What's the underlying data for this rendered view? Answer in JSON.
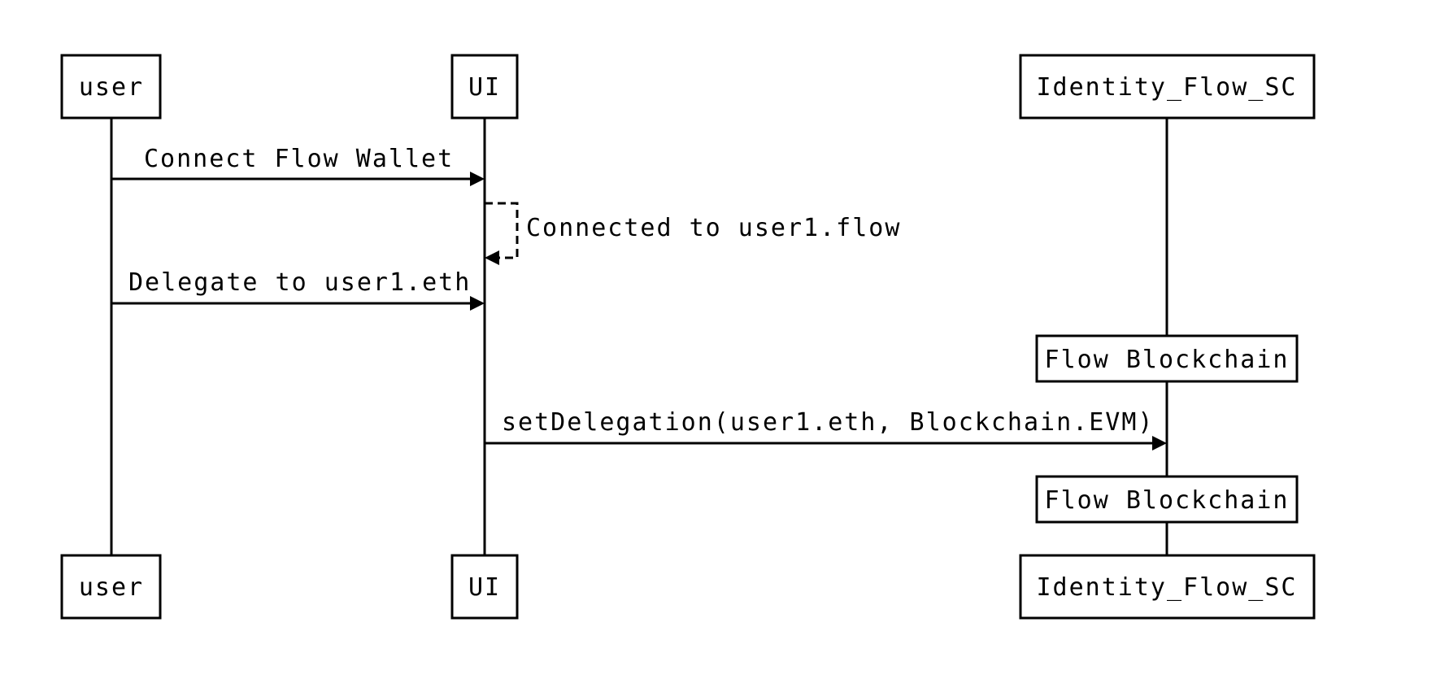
{
  "participants": {
    "user": "user",
    "ui": "UI",
    "identity": "Identity_Flow_SC"
  },
  "messages": {
    "m1": "Connect Flow Wallet",
    "m2": "Connected to user1.flow",
    "m3": "Delegate to user1.eth",
    "m4": "setDelegation(user1.eth, Blockchain.EVM)"
  },
  "notes": {
    "n1": "Flow Blockchain",
    "n2": "Flow Blockchain"
  }
}
